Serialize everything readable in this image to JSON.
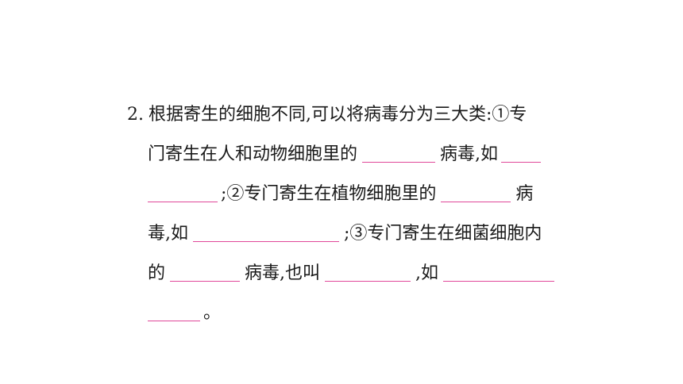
{
  "question": {
    "number": "2.",
    "l1": "根据寄生的细胞不同,可以将病毒分为三大类:①专",
    "l2a": "门寄生在人和动物细胞里的",
    "l2b": "病毒,如",
    "l3a": ";②专门寄生在植物细胞里的",
    "l3b": "病",
    "l4a": "毒,如",
    "l4b": ";③专门寄生在细菌细胞内",
    "l5a": "的",
    "l5b": "病毒,也叫",
    "l5c": ",如",
    "l6a": "。"
  },
  "colors": {
    "blank_line": "#e0489a",
    "text": "#1a1a1a"
  }
}
